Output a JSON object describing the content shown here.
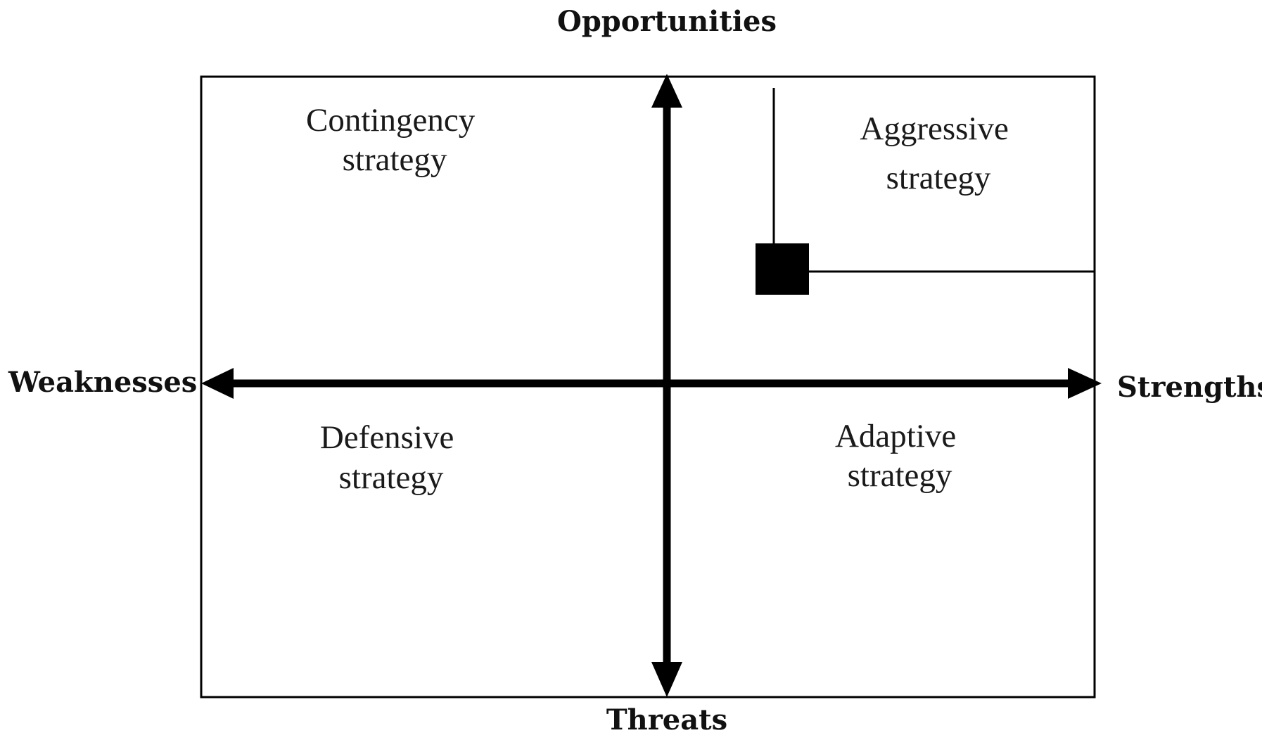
{
  "axes": {
    "top": "Opportunities",
    "bottom": "Threats",
    "left": "Weaknesses",
    "right": "Strengths"
  },
  "quadrants": {
    "top_left": {
      "line1": "Contingency",
      "line2": "strategy"
    },
    "top_right": {
      "line1": "Aggressive",
      "line2": "strategy"
    },
    "bottom_left": {
      "line1": "Defensive",
      "line2": "strategy"
    },
    "bottom_right": {
      "line1": "Adaptive",
      "line2": "strategy"
    }
  },
  "colors": {
    "stroke": "#000000",
    "marker": "#000000",
    "text": "#111111"
  }
}
